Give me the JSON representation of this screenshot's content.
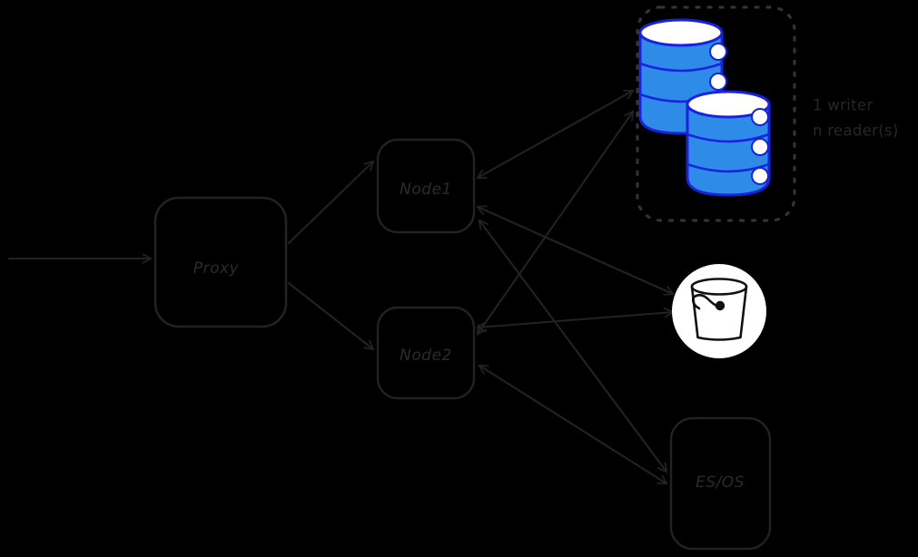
{
  "diagram": {
    "title": "Proxy / Node cluster with RDS, S3 and ES/OS backends",
    "background_color": "#000000",
    "stroke_color": "#222222",
    "label_color": "#2b2b2b",
    "db_fill_color": "#2E8BE8",
    "db_stroke_color": "#1822E0",
    "db_top_color": "#ffffff",
    "bucket_circle_color": "#ffffff",
    "bucket_ink_color": "#111111",
    "dashed_border_color": "#333333"
  },
  "nodes": {
    "proxy": {
      "label": "Proxy",
      "shape": "rounded-rect"
    },
    "node1": {
      "label": "Node1",
      "shape": "rounded-rect"
    },
    "node2": {
      "label": "Node2",
      "shape": "rounded-rect"
    },
    "esos": {
      "label": "ES/OS",
      "shape": "rounded-rect"
    },
    "database_cluster": {
      "label": "",
      "shape": "dashed-rounded-rect",
      "annotation_line1": "1 writer",
      "annotation_line2": "n reader(s)",
      "instances": [
        {
          "name": "writer-instance",
          "bands": 3,
          "dots": 2
        },
        {
          "name": "reader-instance",
          "bands": 3,
          "dots": 3
        }
      ]
    },
    "object_storage": {
      "label": "",
      "shape": "circle-bucket-icon"
    }
  },
  "edges": [
    {
      "name": "ingress-to-proxy",
      "from": "ingress",
      "to": "proxy",
      "direction": "one-way"
    },
    {
      "name": "proxy-to-node1",
      "from": "proxy",
      "to": "node1",
      "direction": "one-way"
    },
    {
      "name": "proxy-to-node2",
      "from": "proxy",
      "to": "node2",
      "direction": "one-way"
    },
    {
      "name": "node1-database",
      "from": "node1",
      "to": "database_cluster",
      "direction": "two-way"
    },
    {
      "name": "node2-database",
      "from": "node2",
      "to": "database_cluster",
      "direction": "two-way"
    },
    {
      "name": "node1-object-storage",
      "from": "node1",
      "to": "object_storage",
      "direction": "two-way"
    },
    {
      "name": "node2-object-storage",
      "from": "node2",
      "to": "object_storage",
      "direction": "two-way"
    },
    {
      "name": "node1-esos",
      "from": "node1",
      "to": "esos",
      "direction": "two-way"
    },
    {
      "name": "node2-esos",
      "from": "node2",
      "to": "esos",
      "direction": "two-way"
    }
  ]
}
